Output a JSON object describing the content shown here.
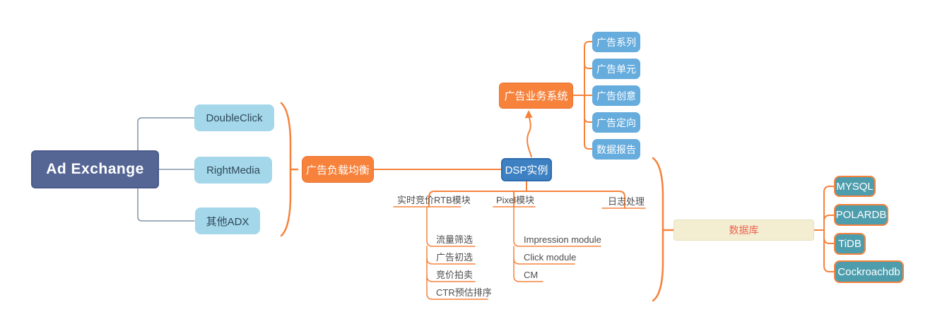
{
  "app": {
    "type": "mindmap-canvas",
    "background": "#ffffff"
  },
  "colors": {
    "orange_line": "#f6823c",
    "gray_line": "#8293a8",
    "root_fill": "#556695",
    "exchange_fill": "#a3d7e9",
    "orange_node_fill": "#f6823c",
    "dsp_fill": "#3d81c2",
    "blue_child_fill": "#66acdd",
    "teal_fill": "#4e9dac",
    "cream_fill": "#f3eed2",
    "cream_text": "#ec6450",
    "label_text": "#4d4d4d"
  },
  "nodes": {
    "root": {
      "label": "Ad Exchange"
    },
    "exchanges": [
      {
        "label": "DoubleClick"
      },
      {
        "label": "RightMedia"
      },
      {
        "label": "其他ADX"
      }
    ],
    "load_balancer": {
      "label": "广告负载均衡"
    },
    "dsp": {
      "label": "DSP实例"
    },
    "ad_business": {
      "label": "广告业务系统"
    },
    "ad_business_children": [
      {
        "label": "广告系列"
      },
      {
        "label": "广告单元"
      },
      {
        "label": "广告创意"
      },
      {
        "label": "广告定向"
      },
      {
        "label": "数据报告"
      }
    ],
    "rtb": {
      "label": "实时竞价RTB模块"
    },
    "rtb_children": [
      {
        "label": "流量筛选"
      },
      {
        "label": "广告初选"
      },
      {
        "label": "竞价拍卖"
      },
      {
        "label": "CTR预估排序"
      }
    ],
    "pixel": {
      "label": "Pixel模块"
    },
    "pixel_children": [
      {
        "label": "Impression module"
      },
      {
        "label": "Click module"
      },
      {
        "label": "CM"
      }
    ],
    "log": {
      "label": "日志处理"
    },
    "database": {
      "label": "数据库"
    },
    "database_children": [
      {
        "label": "MYSQL"
      },
      {
        "label": "POLARDB"
      },
      {
        "label": "TiDB"
      },
      {
        "label": "Cockroachdb"
      }
    ]
  }
}
